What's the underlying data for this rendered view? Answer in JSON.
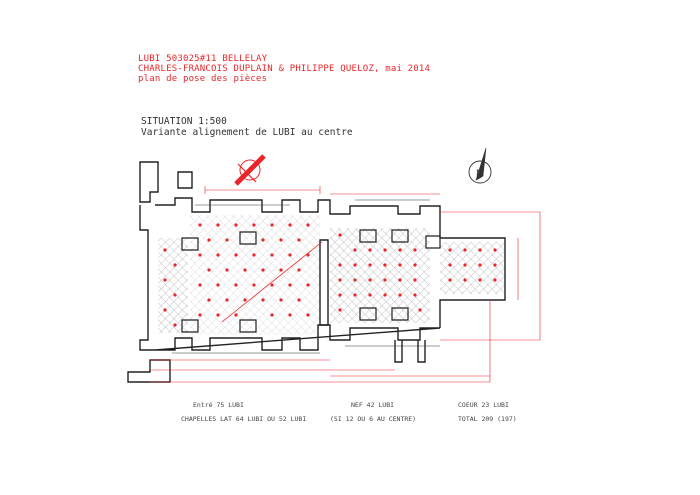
{
  "header": {
    "line1": "LUBI 503025#11 BELLELAY",
    "line2": "CHARLES-FRANCOIS DUPLAIN & PHILIPPE QUELOZ, mai 2014",
    "line3": "plan de pose des pièces",
    "color": "#e8262a"
  },
  "situation": {
    "scale": "SITUATION 1:500",
    "variant": "Variante alignement de LUBI au centre"
  },
  "footer": {
    "entry": "Entré 75 LUBI",
    "chapels": "CHAPELLES LAT 64 LUBI OU 52 LUBI",
    "nave": "NEF 42 LUBI",
    "nave_note": "(SI 12 OU 6 AU CENTRE)",
    "choir": "COEUR 23 LUBI",
    "total": "TOTAL 209 (197)"
  },
  "icons": {
    "north": "north-arrow-icon",
    "orientation": "crossed-orientation-icon"
  },
  "colors": {
    "accent": "#e8262a",
    "wall": "#222222",
    "hatch": "#9a9a9a"
  }
}
